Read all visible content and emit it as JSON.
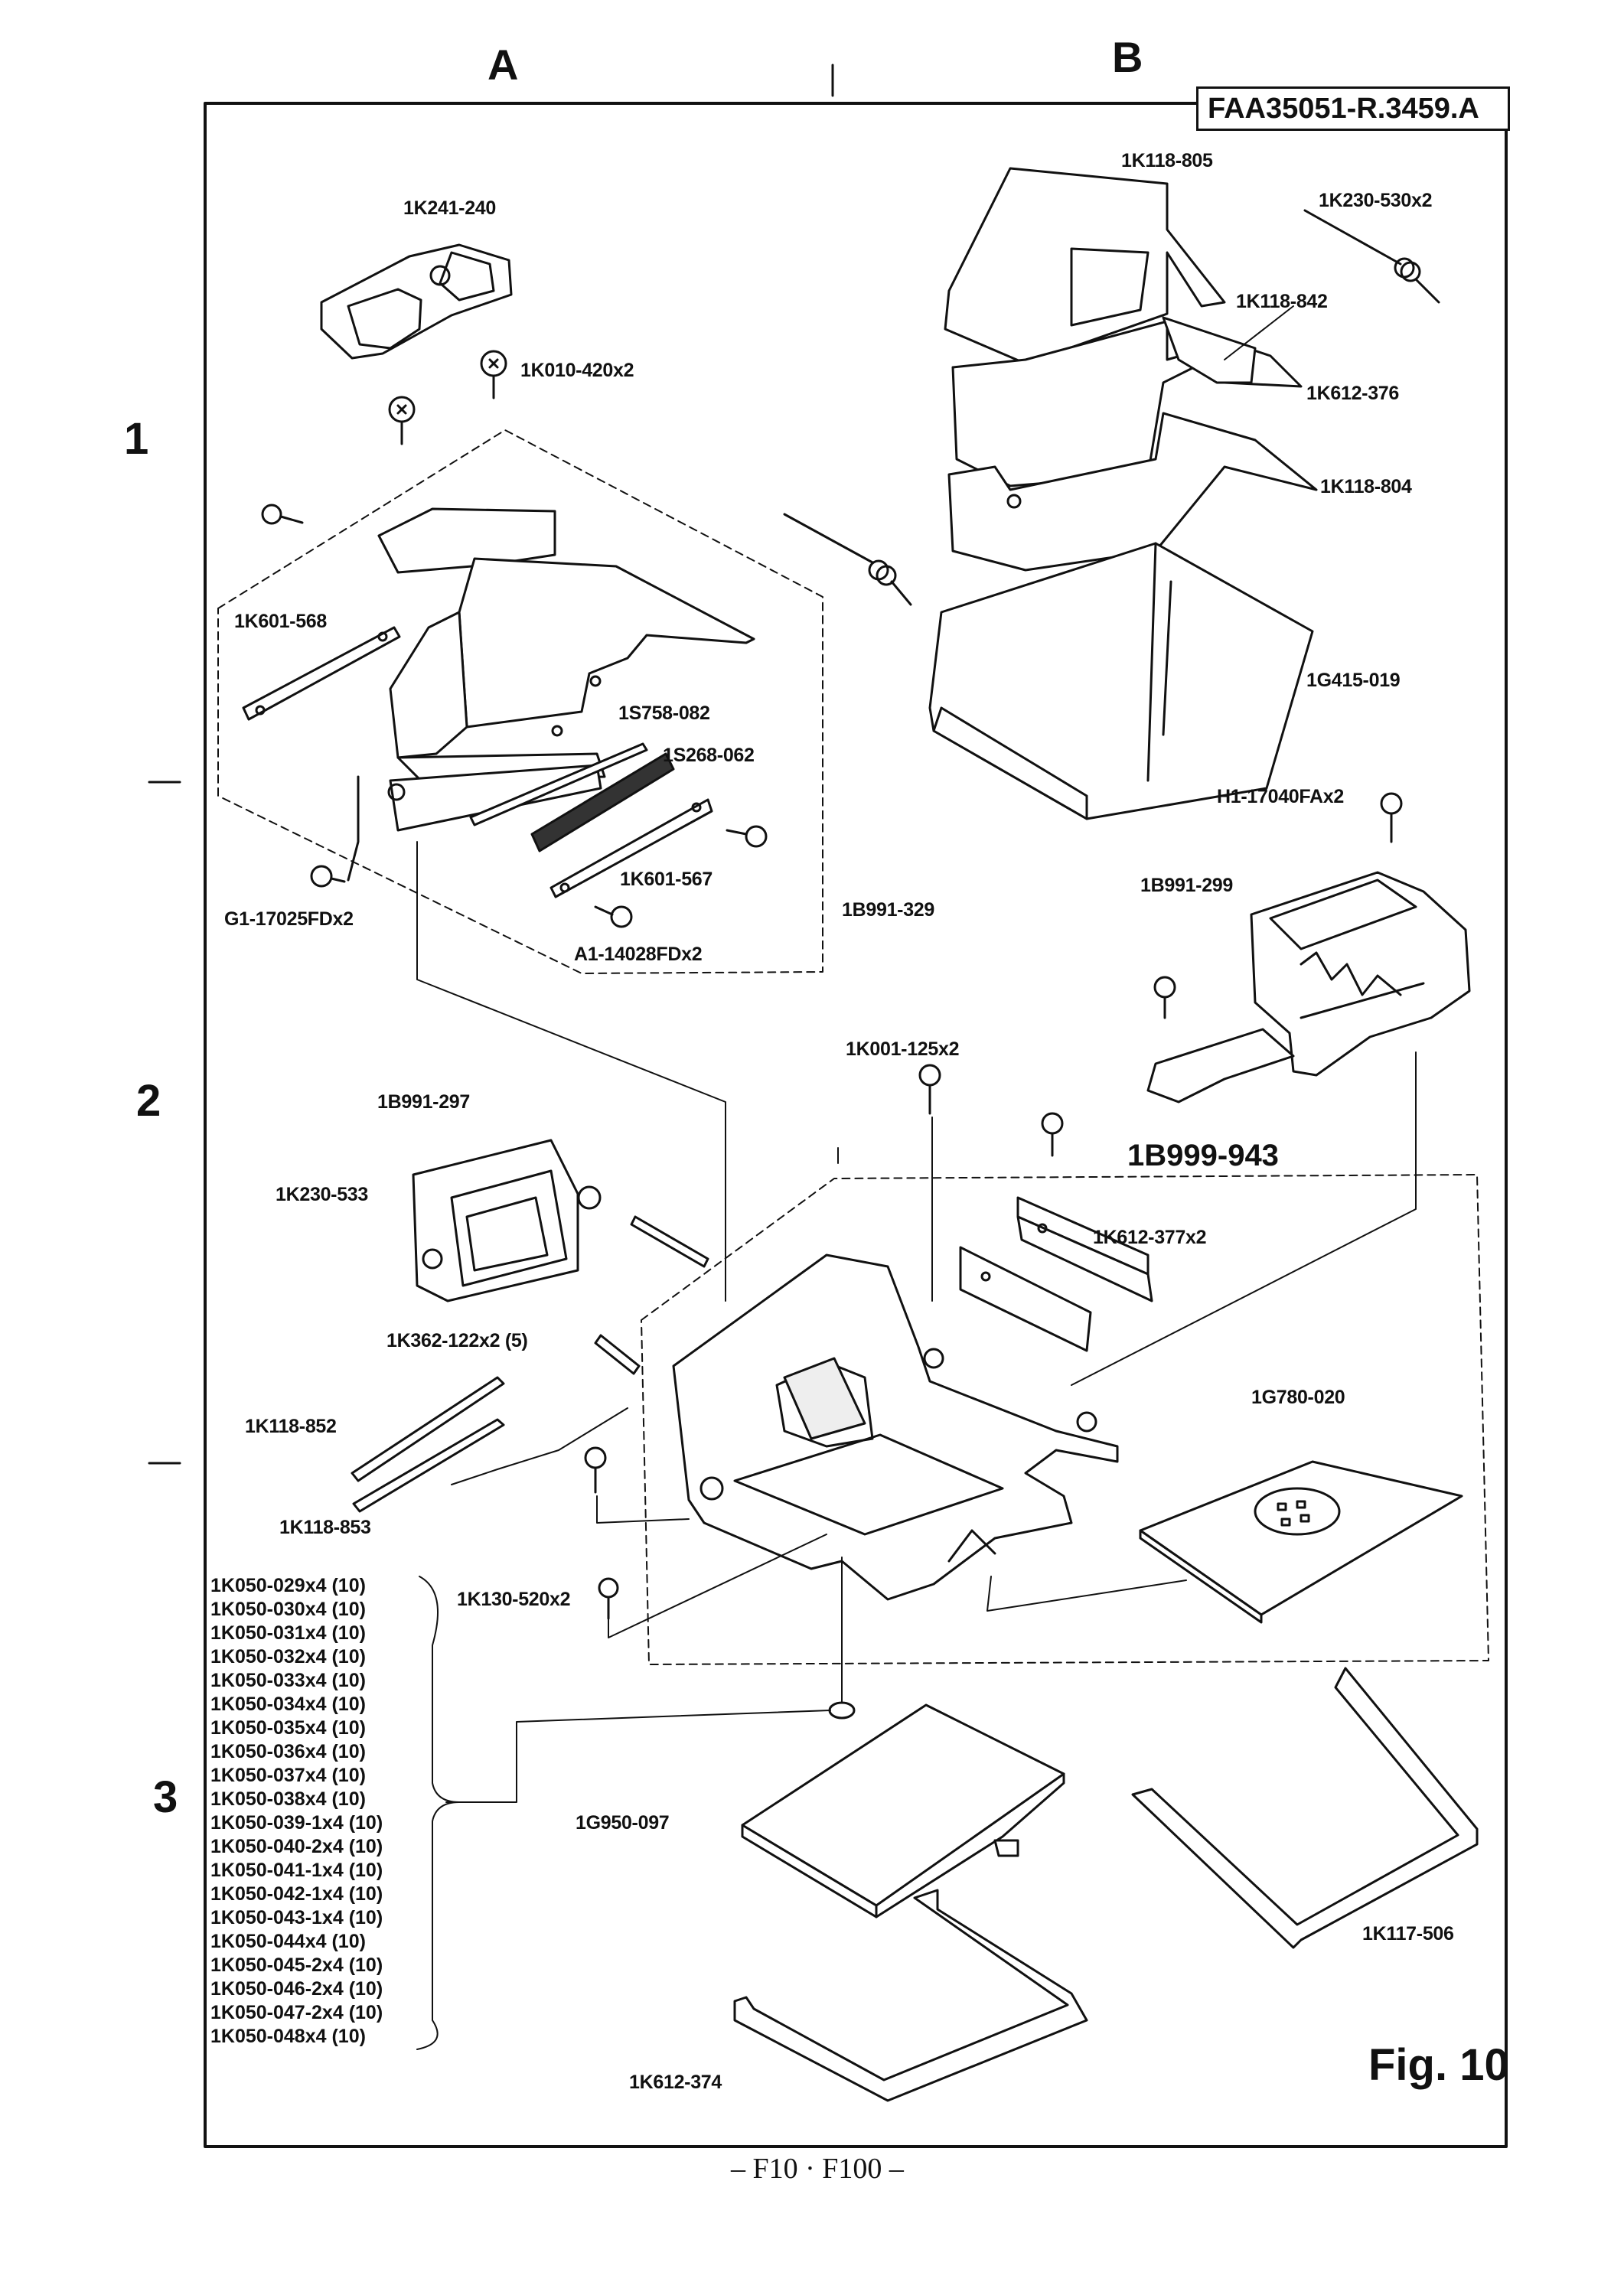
{
  "columns": [
    "A",
    "B"
  ],
  "rows": [
    "1",
    "2",
    "3"
  ],
  "ref_code": "FAA35051-R.3459.A",
  "figure_label": "Fig. 10",
  "footer": "– F10 · F100 –",
  "labels": {
    "p1K241_240": "1K241-240",
    "p1K010_420": "1K010-420x2",
    "p1K601_568": "1K601-568",
    "p1S758_082": "1S758-082",
    "p1S268_062": "1S268-062",
    "p1K601_567": "1K601-567",
    "pG1_17025FD": "G1-17025FDx2",
    "pA1_14028FD": "A1-14028FDx2",
    "p1B991_329": "1B991-329",
    "p1K118_805": "1K118-805",
    "p1K230_530": "1K230-530x2",
    "p1K118_842": "1K118-842",
    "p1K612_376": "1K612-376",
    "p1K118_804": "1K118-804",
    "p1G415_019": "1G415-019",
    "pH1_17040FA": "H1-17040FAx2",
    "p1B991_299": "1B991-299",
    "p1K001_125": "1K001-125x2",
    "p1B991_297": "1B991-297",
    "p1B999_943": "1B999-943",
    "p1K230_533": "1K230-533",
    "p1K612_377": "1K612-377x2",
    "p1K362_122": "1K362-122x2 (5)",
    "p1G780_020": "1G780-020",
    "p1K118_852": "1K118-852",
    "p1K118_853": "1K118-853",
    "p1K130_520": "1K130-520x2",
    "p1G950_097": "1G950-097",
    "p1K117_506": "1K117-506",
    "p1K612_374": "1K612-374"
  },
  "shim_list": [
    "1K050-029x4 (10)",
    "1K050-030x4 (10)",
    "1K050-031x4 (10)",
    "1K050-032x4 (10)",
    "1K050-033x4 (10)",
    "1K050-034x4 (10)",
    "1K050-035x4 (10)",
    "1K050-036x4 (10)",
    "1K050-037x4 (10)",
    "1K050-038x4 (10)",
    "1K050-039-1x4 (10)",
    "1K050-040-2x4 (10)",
    "1K050-041-1x4 (10)",
    "1K050-042-1x4 (10)",
    "1K050-043-1x4 (10)",
    "1K050-044x4 (10)",
    "1K050-045-2x4 (10)",
    "1K050-046-2x4 (10)",
    "1K050-047-2x4 (10)",
    "1K050-048x4 (10)"
  ]
}
